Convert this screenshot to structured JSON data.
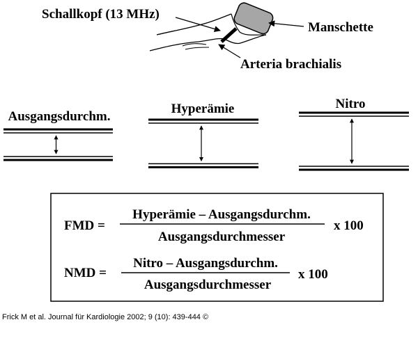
{
  "illustration": {
    "probe_label": "Schallkopf (13 MHz)",
    "cuff_label": "Manschette",
    "artery_label": "Arteria brachialis",
    "cuff_color": "#a6a6a6"
  },
  "vessels": [
    {
      "title": "Ausgangsdurchm.",
      "diameter_level": 0.3
    },
    {
      "title": "Hyperämie",
      "diameter_level": 0.75
    },
    {
      "title": "Nitro",
      "diameter_level": 1.0
    }
  ],
  "formulas": {
    "fmd": {
      "label": "FMD =",
      "numerator": "Hyperämie – Ausgangsdurchm.",
      "denominator": "Ausgangsdurchmesser",
      "factor": "x 100"
    },
    "nmd": {
      "label": "NMD =",
      "numerator": "Nitro – Ausgangsdurchm.",
      "denominator": "Ausgangsdurchmesser",
      "factor": "x 100"
    }
  },
  "caption": "Frick M et al. Journal für Kardiologie 2002; 9 (10): 439-444 ©"
}
